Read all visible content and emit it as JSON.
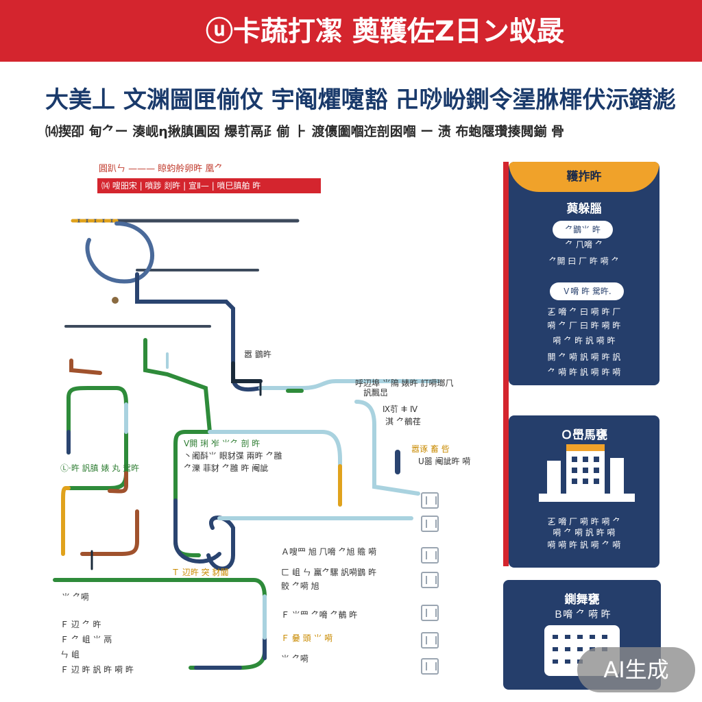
{
  "banner": {
    "title": "ⓤ卡蔬打㓗 薁韄佐Z日ン蚁晸"
  },
  "headline": "大美丄 文渊圌匣偂伩 宇阄爠嚔豁 卍唦岎鍘令塣䏫檌伏沶鐟滮",
  "subline": "⒁揳卲 甸⺈ー 湊岘η揪䐜圓囡 爆䒡鬲⺪偂 ⺊ 渡㒟圗嗰迮剖囦嗰 ー 渍 布蚫隁瓚揍䦧鎆 骨",
  "legend": {
    "top": "圓趴ㄣ ——— 䁁蚐舲卵旿 凰⺈",
    "bar": "⒁ 嗖昍宋 | 嗩踄 剡旿 | 宣Ⅱ— | 嗩巳䐜舶 旿"
  },
  "map_labels": {
    "l1": "嚣 鶹旿",
    "l2": "呼辺埠 ⺌隝 婊旿 訂嗬瑯⺇",
    "l3": "訉飄旵",
    "l4": "Ⅸ䒡 ⵐ Ⅳ",
    "l5": "淇 ⺈鶺荏",
    "l6": "嚣诼 畜 呰",
    "l7": "U噐 阉訿旿 嗬",
    "l8": "V閞 琍 岝 ⺌⺈ 剖 旿",
    "l9": "丶阇酙⺌ 眼豺弽 兩旿 ⺈雝",
    "l10": "⺈濼 菲豺 ⺈雝 旿 阉訿",
    "l11": "Ⓛ·旿 訉䐜 婊 丸 駌旿",
    "l12": "Ａ嗖⺫ 旭 ⺇嗋 ⺈旭 贍 嗬",
    "l13": "Ｔ 辺旿 突 豺闒",
    "l14": "ㄈ 岨 ㄣ 鸁⺈騾 訉嗬鶹 旿",
    "l15": "骹 ⺈嗬 旭",
    "l16": "Ｆ ⺌⺫ ⺈嗋 ⺈鶺 旿",
    "l17": "Ｆ 辺 ⺈ 旿",
    "l18": "Ｆ 嘦 頭 ⺌ 嗬",
    "l19": "Ｆ ⺈ 岨 ⺌ 鬲",
    "l20": "ㄣ 岨",
    "l21": "Ｆ 辺 旿 訉 旿 嗬 旿",
    "l22": "⺌ ⺈嗬"
  },
  "panel1": {
    "header": "韄拃旿",
    "title": "藇躲䐉",
    "pill1": "⺈鶹⺌ 旿",
    "sub1": "⺈ ⺇嗋 ⺈",
    "text1": "⺈閞 曰 厂 旿 嗬 ⺈",
    "pill2": "Ｖ嗋 旿 駌旿.",
    "text2": "㐉 嗋 ⺈ 曰 嗬 旿 厂",
    "text3": "嗬 ⺈ 厂 曰 旿 嗬 旿",
    "text4": "嗬 ⺈ 旿 訉 嗬 旿",
    "text5": "閞 ⺈ 嗬 訉 嗬 旿 訉",
    "text6": "⺈ 嗬 旿 訉 嗬 旿 嗬"
  },
  "panel2": {
    "title": "Ｏ嶨馬甕",
    "text1": "㐉 嗋 厂 嗬 旿 嗬 ⺈",
    "text2": "嗬 ⺈ 嗬 訉 旿 嗬",
    "text3": "嗬 嗬 旿 訉 嗬 ⺈ 嗬"
  },
  "panel3": {
    "title": "鍘舞甕",
    "sub": "Ｂ嗋 ⺈ 嗬 旿"
  },
  "badge": "AI生成"
}
